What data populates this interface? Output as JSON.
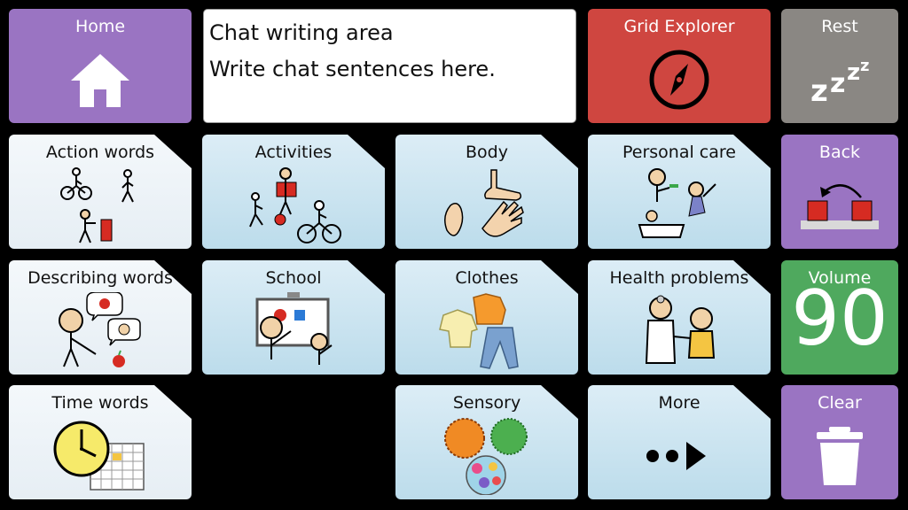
{
  "tiles": {
    "home": "Home",
    "grid_explorer": "Grid Explorer",
    "rest": "Rest",
    "action_words": "Action words",
    "activities": "Activities",
    "body": "Body",
    "personal_care": "Personal care",
    "back": "Back",
    "describing_words": "Describing words",
    "school": "School",
    "clothes": "Clothes",
    "health_problems": "Health problems",
    "volume_label": "Volume",
    "volume_value": "90",
    "time_words": "Time words",
    "sensory": "Sensory",
    "more": "More",
    "clear": "Clear"
  },
  "chat": {
    "line1": "Chat writing area",
    "line2": "Write chat sentences here."
  },
  "colors": {
    "purple": "#9a74c2",
    "red": "#cf4640",
    "gray": "#8a8783",
    "green": "#4fa95e",
    "folder_blue": "#c8e3f0",
    "folder_light": "#edf3f7"
  }
}
